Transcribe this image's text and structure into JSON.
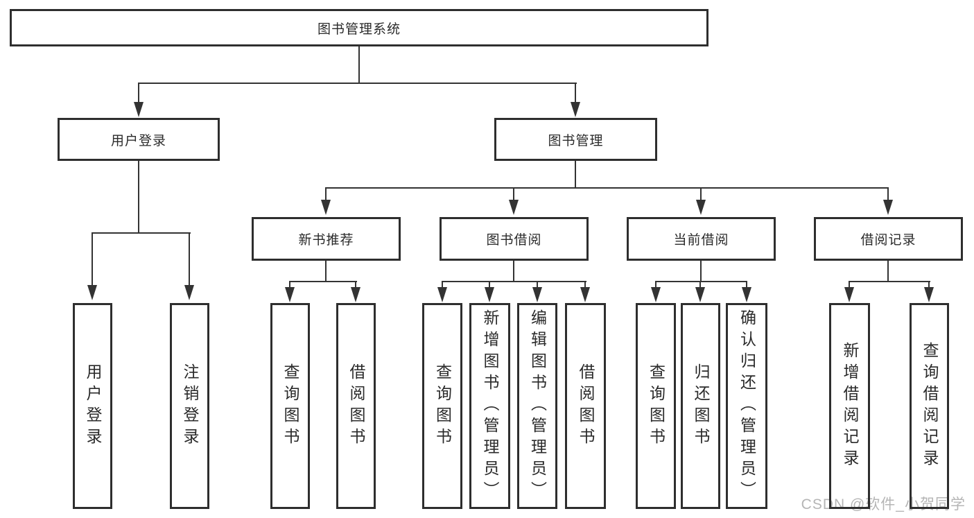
{
  "diagram": {
    "root": {
      "label": "图书管理系统"
    },
    "login": {
      "label": "用户登录",
      "children": [
        {
          "label": "用户登录"
        },
        {
          "label": "注销登录"
        }
      ]
    },
    "management": {
      "label": "图书管理",
      "sections": [
        {
          "label": "新书推荐",
          "children": [
            {
              "label": "查询图书"
            },
            {
              "label": "借阅图书"
            }
          ]
        },
        {
          "label": "图书借阅",
          "children": [
            {
              "label": "查询图书"
            },
            {
              "label": "新增图书（管理员）"
            },
            {
              "label": "编辑图书（管理员）"
            },
            {
              "label": "借阅图书"
            }
          ]
        },
        {
          "label": "当前借阅",
          "children": [
            {
              "label": "查询图书"
            },
            {
              "label": "归还图书"
            },
            {
              "label": "确认归还（管理员）"
            }
          ]
        },
        {
          "label": "借阅记录",
          "children": [
            {
              "label": "新增借阅记录"
            },
            {
              "label": "查询借阅记录"
            }
          ]
        }
      ]
    },
    "watermark": "CSDN @软件_小贺同学",
    "colors": {
      "line": "#333333",
      "box_border": "#2e2e2e",
      "text": "#2a2a2a",
      "watermark": "#b5b5b5",
      "background": "#ffffff"
    }
  }
}
